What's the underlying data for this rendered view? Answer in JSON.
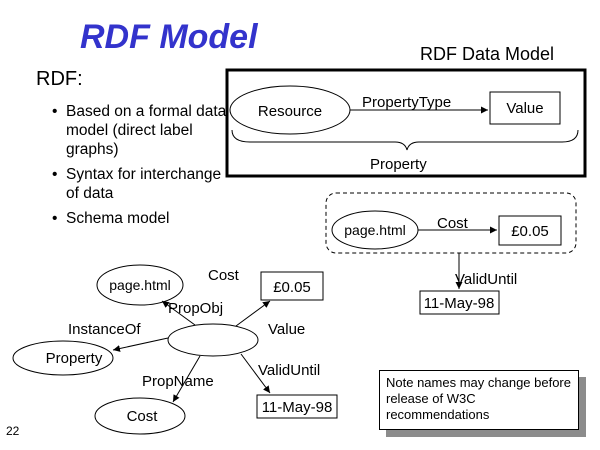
{
  "title": "RDF Model",
  "subtitle": "RDF Data Model",
  "heading": "RDF:",
  "bullets": [
    "Based on a formal data model (direct label graphs)",
    "Syntax for interchange of data",
    "Schema model"
  ],
  "page_number": "22",
  "data_model": {
    "resource": "Resource",
    "property_type": "PropertyType",
    "value": "Value",
    "property": "Property"
  },
  "example": {
    "subject": "page.html",
    "predicate": "Cost",
    "object": "£0.05",
    "valid_until_label": "ValidUntil",
    "date": "11-May-98"
  },
  "graph": {
    "page_node": "page.html",
    "cost_label": "Cost",
    "price_node": "£0.05",
    "prop_obj_label": "PropObj",
    "instance_of_label": "InstanceOf",
    "value_label": "Value",
    "property_node": "Property",
    "prop_name_label": "PropName",
    "valid_until_label": "ValidUntil",
    "cost_node": "Cost",
    "date_node": "11-May-98"
  },
  "note": "Note names may change before release of W3C recommendations"
}
